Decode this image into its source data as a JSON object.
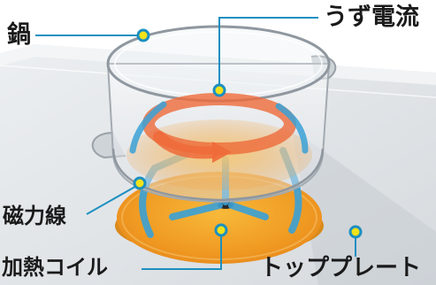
{
  "labels": {
    "pot": "鍋",
    "eddy_current": "うず電流",
    "magnetic_flux": "磁力線",
    "heating_coil": "加熱コイル",
    "top_plate": "トッププレート"
  },
  "colors": {
    "leader_line": "#1c8fc0",
    "marker_dot": "#f2e21a",
    "magnetic_arrow": "#3aa1d6",
    "eddy_arrow": "#ee6a3a",
    "coil": "#f0a321",
    "plate": "#dfe3e6"
  }
}
